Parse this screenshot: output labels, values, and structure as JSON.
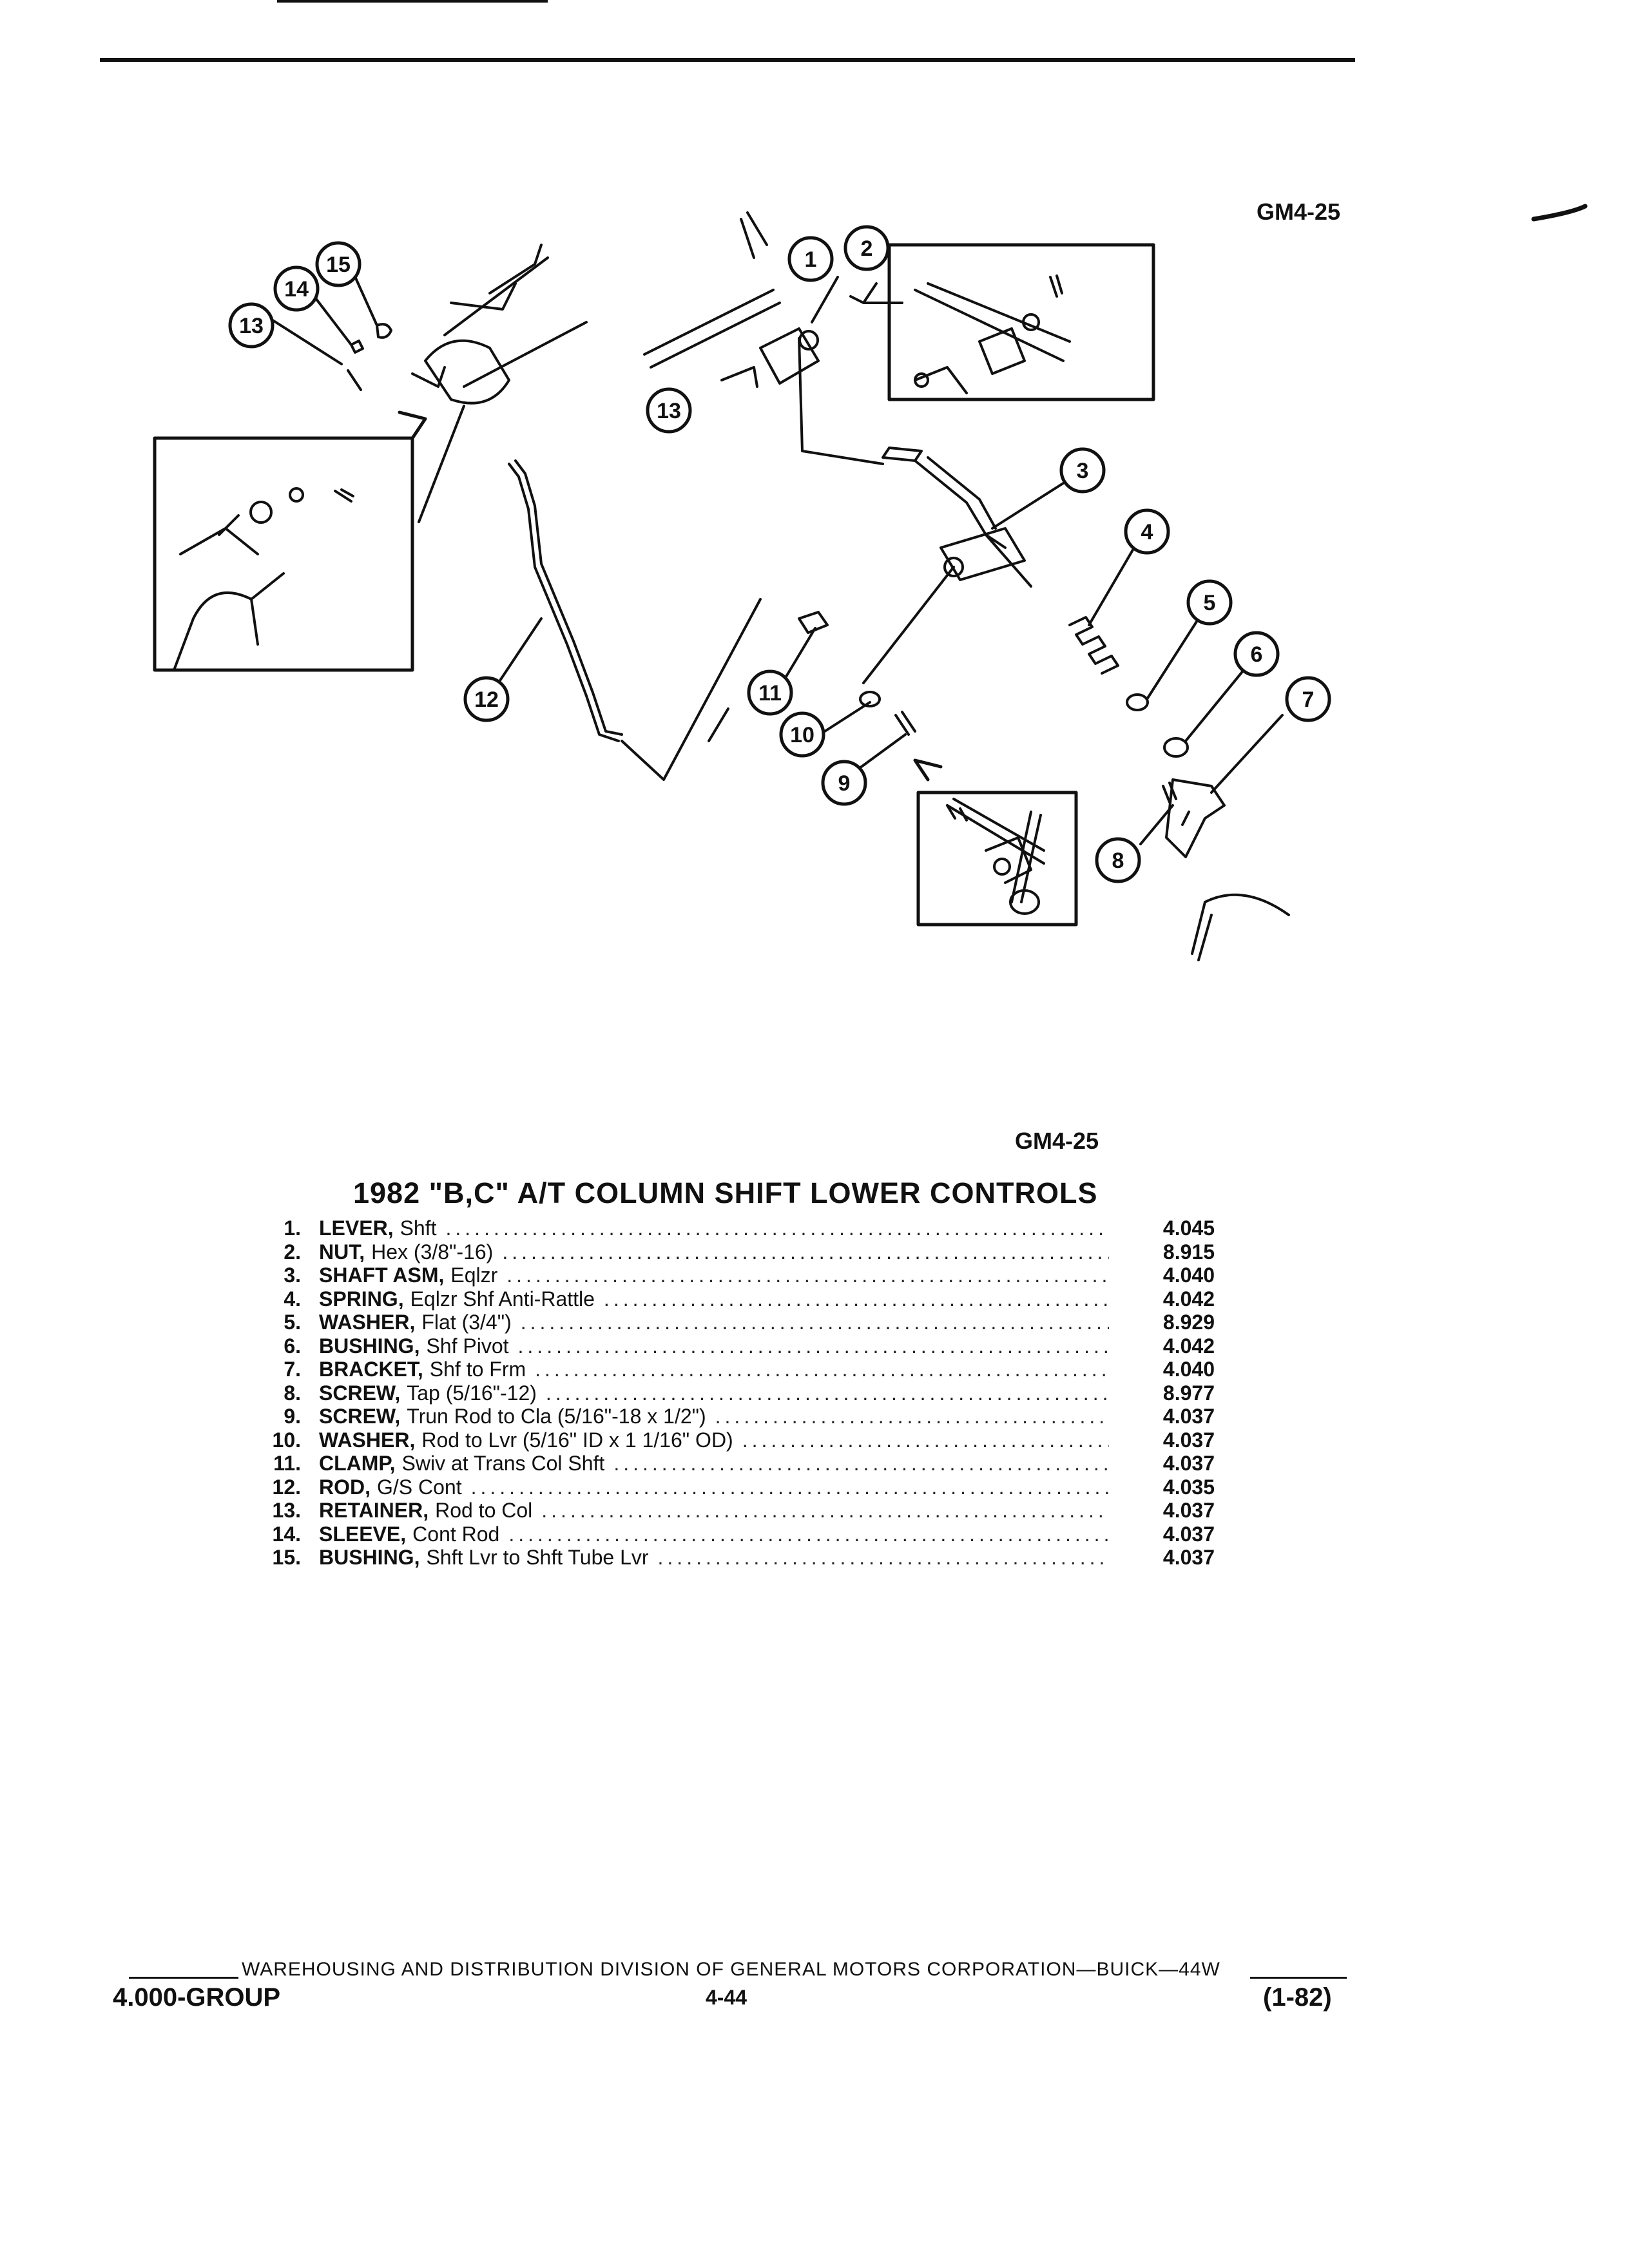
{
  "document": {
    "diagram_code_top": "GM4-25",
    "diagram_code_mid": "GM4-25",
    "title": "1982 \"B,C\" A/T COLUMN SHIFT LOWER CONTROLS"
  },
  "callouts": [
    "1",
    "2",
    "3",
    "4",
    "5",
    "6",
    "7",
    "8",
    "9",
    "10",
    "11",
    "12",
    "13",
    "14",
    "15",
    "13"
  ],
  "parts": [
    {
      "num": "1.",
      "name": "LEVER,",
      "desc": "Shft",
      "group": "4.045"
    },
    {
      "num": "2.",
      "name": "NUT,",
      "desc": "Hex (3/8\"-16)",
      "group": "8.915"
    },
    {
      "num": "3.",
      "name": "SHAFT ASM,",
      "desc": "Eqlzr",
      "group": "4.040"
    },
    {
      "num": "4.",
      "name": "SPRING,",
      "desc": "Eqlzr Shf Anti-Rattle",
      "group": "4.042"
    },
    {
      "num": "5.",
      "name": "WASHER,",
      "desc": "Flat (3/4\")",
      "group": "8.929"
    },
    {
      "num": "6.",
      "name": "BUSHING,",
      "desc": "Shf Pivot",
      "group": "4.042"
    },
    {
      "num": "7.",
      "name": "BRACKET,",
      "desc": "Shf to Frm",
      "group": "4.040"
    },
    {
      "num": "8.",
      "name": "SCREW,",
      "desc": "Tap (5/16\"-12)",
      "group": "8.977"
    },
    {
      "num": "9.",
      "name": "SCREW,",
      "desc": "Trun Rod to Cla (5/16\"-18 x 1/2\")",
      "group": "4.037"
    },
    {
      "num": "10.",
      "name": "WASHER,",
      "desc": "Rod to Lvr (5/16\" ID x 1 1/16\" OD)",
      "group": "4.037"
    },
    {
      "num": "11.",
      "name": "CLAMP,",
      "desc": "Swiv at Trans Col Shft",
      "group": "4.037"
    },
    {
      "num": "12.",
      "name": "ROD,",
      "desc": "G/S Cont",
      "group": "4.035"
    },
    {
      "num": "13.",
      "name": "RETAINER,",
      "desc": "Rod to Col",
      "group": "4.037"
    },
    {
      "num": "14.",
      "name": "SLEEVE,",
      "desc": "Cont Rod",
      "group": "4.037"
    },
    {
      "num": "15.",
      "name": "BUSHING,",
      "desc": "Shft Lvr to Shft Tube Lvr",
      "group": "4.037"
    }
  ],
  "footer": {
    "line": "WAREHOUSING AND DISTRIBUTION  DIVISION OF GENERAL MOTORS CORPORATION—BUICK—44W",
    "group": "4.000-GROUP",
    "page": "4-44",
    "revision": "(1-82)"
  }
}
